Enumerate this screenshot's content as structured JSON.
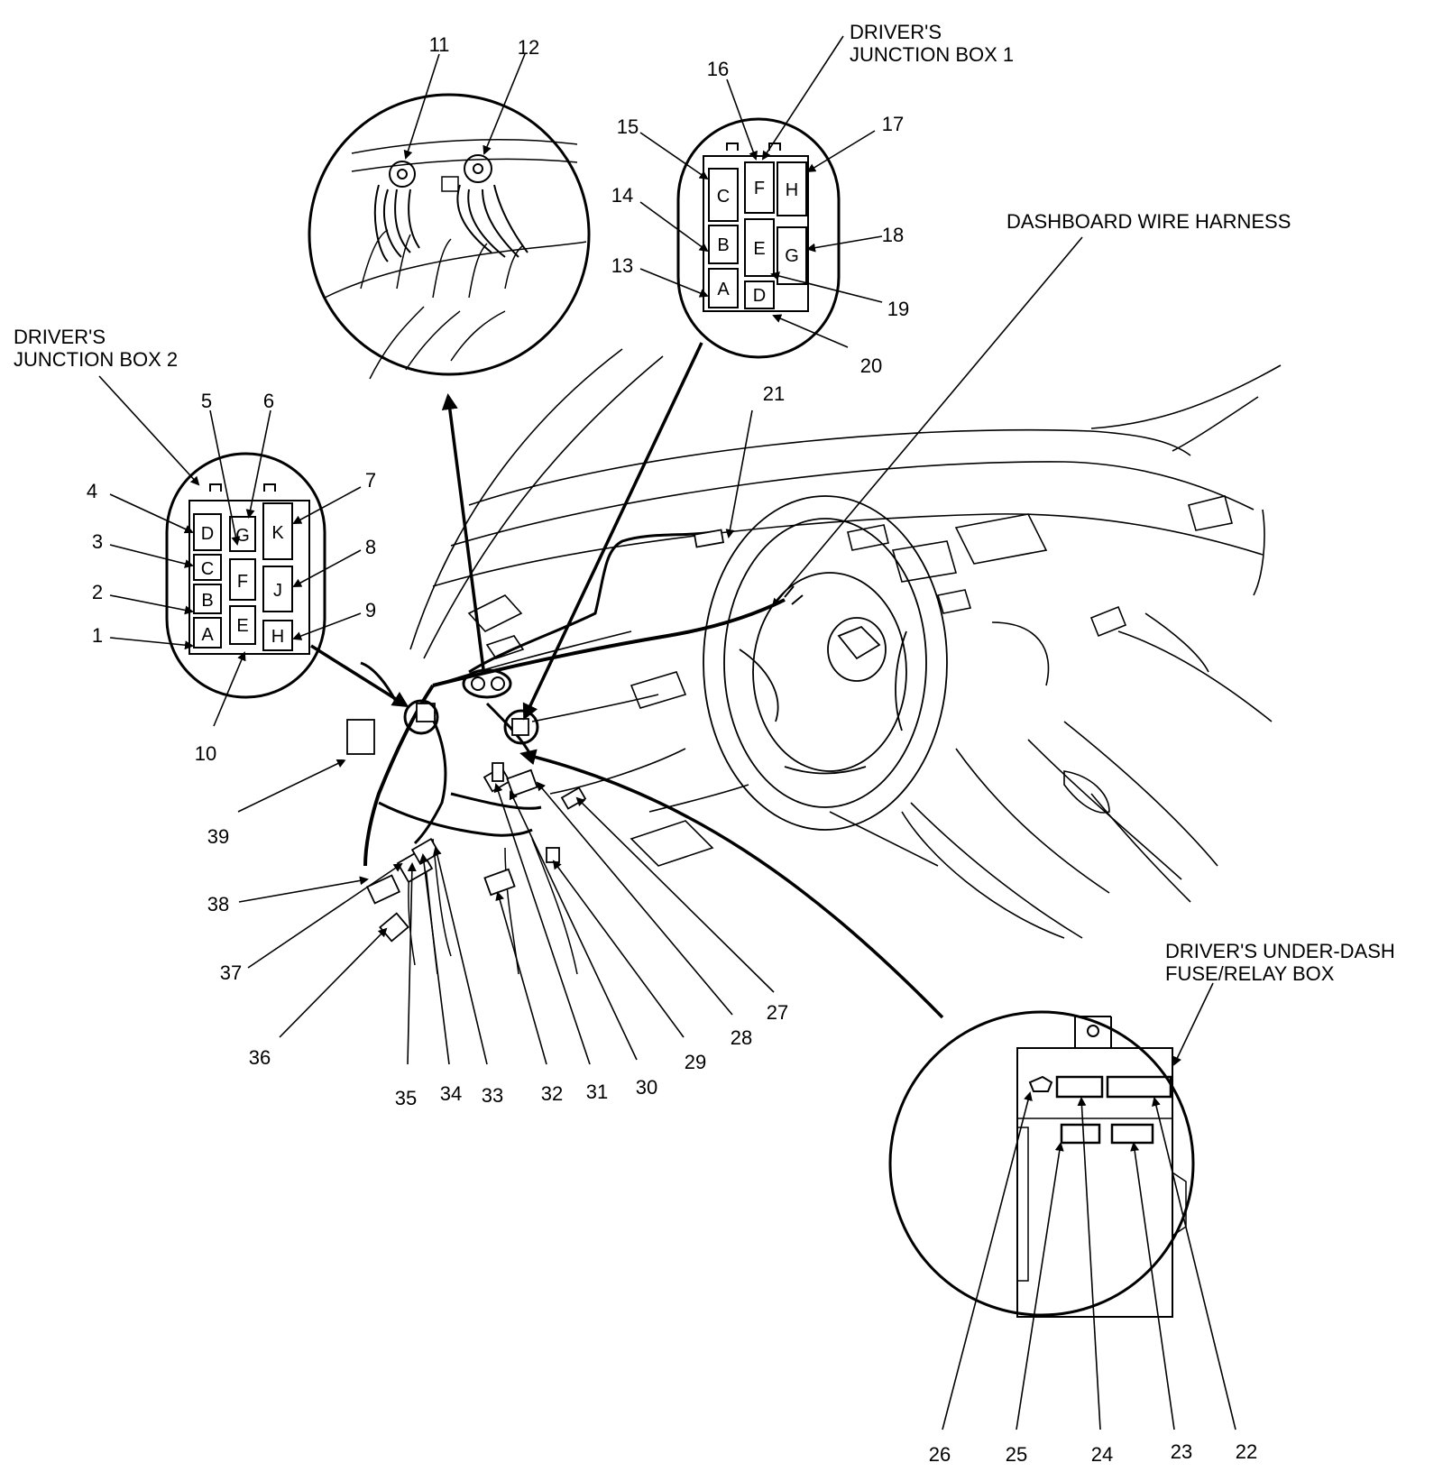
{
  "labels": {
    "jb1": [
      "DRIVER'S",
      "JUNCTION BOX 1"
    ],
    "jb2": [
      "DRIVER'S",
      "JUNCTION BOX 2"
    ],
    "harness": "DASHBOARD WIRE HARNESS",
    "fuse": [
      "DRIVER'S UNDER-DASH",
      "FUSE/RELAY BOX"
    ]
  },
  "jb2_pins": {
    "A": "A",
    "B": "B",
    "C": "C",
    "D": "D",
    "E": "E",
    "F": "F",
    "G": "G",
    "H": "H",
    "J": "J",
    "K": "K"
  },
  "jb1_pins": {
    "A": "A",
    "B": "B",
    "C": "C",
    "D": "D",
    "E": "E",
    "F": "F",
    "G": "G",
    "H": "H"
  },
  "numbers": [
    "1",
    "2",
    "3",
    "4",
    "5",
    "6",
    "7",
    "8",
    "9",
    "10",
    "11",
    "12",
    "13",
    "14",
    "15",
    "16",
    "17",
    "18",
    "19",
    "20",
    "21",
    "22",
    "23",
    "24",
    "25",
    "26",
    "27",
    "28",
    "29",
    "30",
    "31",
    "32",
    "33",
    "34",
    "35",
    "36",
    "37",
    "38",
    "39"
  ]
}
